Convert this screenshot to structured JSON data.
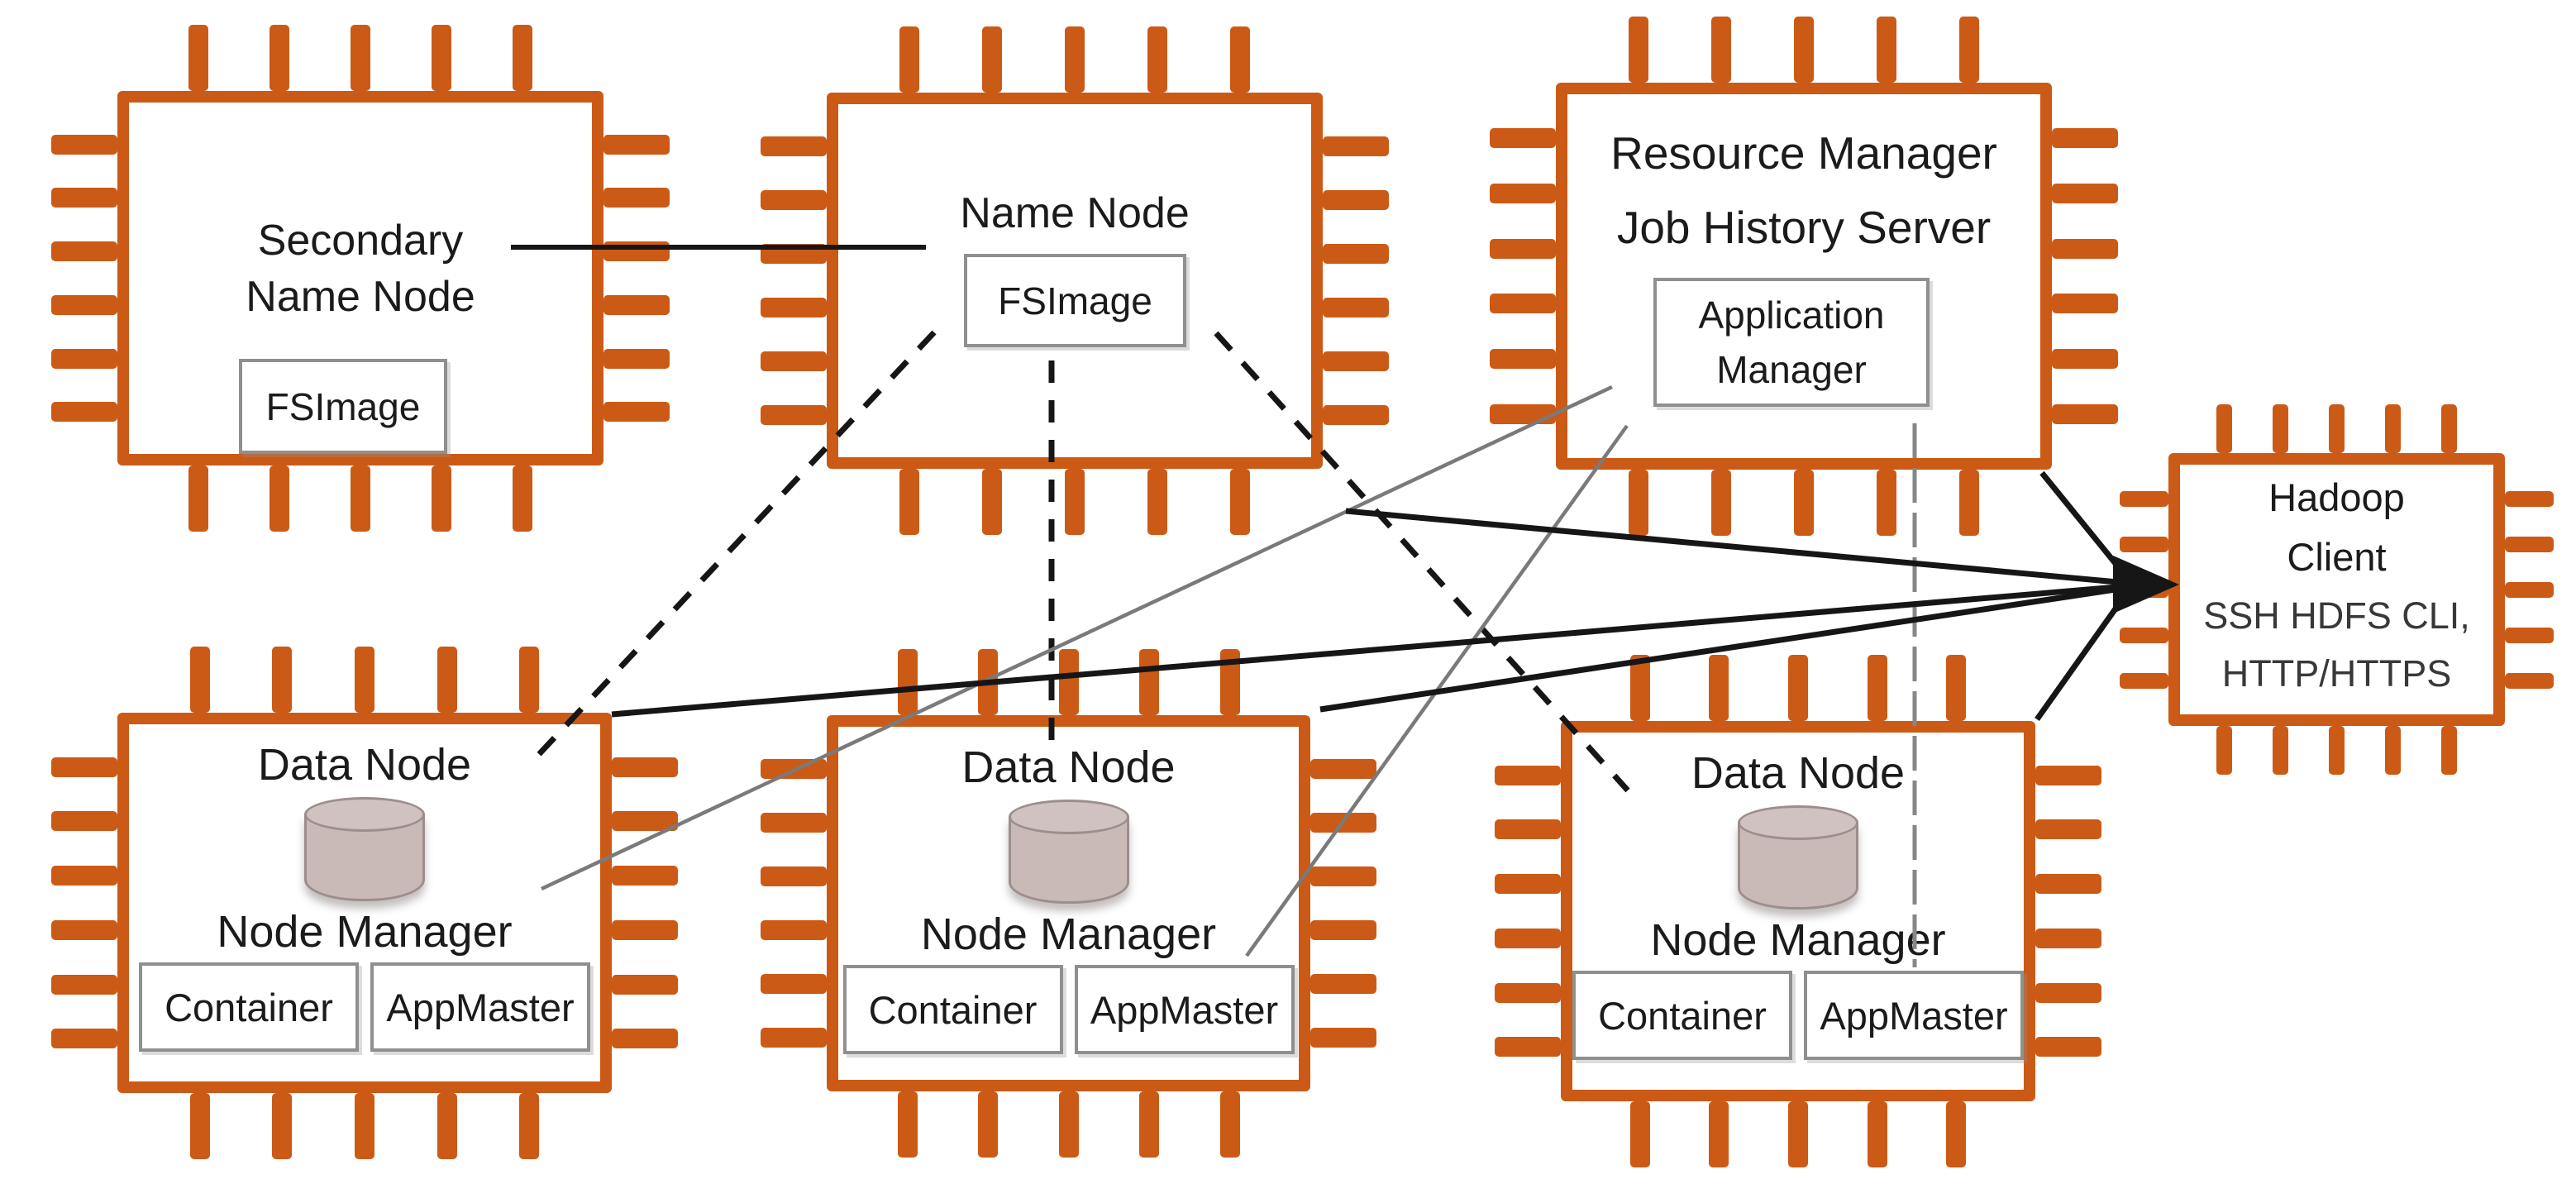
{
  "diagram": {
    "kind": "hadoop-cluster-architecture",
    "colors": {
      "chip_border": "#CB5A17",
      "connector_black": "#161616",
      "connector_gray": "#7A7A7A",
      "inner_box_border": "#8F8F8F",
      "cylinder_fill": "#C9BAB8",
      "cylinder_stroke": "#9D8E8C",
      "text": "#1B1B1B"
    },
    "nodes": {
      "secondary_name_node": {
        "title_lines": [
          "Secondary",
          "Name Node"
        ],
        "boxes": {
          "fsimage": "FSImage"
        }
      },
      "name_node": {
        "title": "Name Node",
        "boxes": {
          "fsimage": "FSImage"
        }
      },
      "resource_manager": {
        "title_lines": [
          "Resource Manager",
          "Job History Server"
        ],
        "boxes": {
          "application_manager_lines": [
            "Application",
            "Manager"
          ]
        }
      },
      "hadoop_client": {
        "title_lines": [
          "Hadoop",
          "Client"
        ],
        "subtitle_lines": [
          "SSH HDFS CLI,",
          "HTTP/HTTPS"
        ]
      },
      "data_node_1": {
        "title": "Data Node",
        "icon": "database-cylinder-icon",
        "manager_label": "Node Manager",
        "boxes": {
          "container": "Container",
          "appmaster": "AppMaster"
        }
      },
      "data_node_2": {
        "title": "Data Node",
        "icon": "database-cylinder-icon",
        "manager_label": "Node Manager",
        "boxes": {
          "container": "Container",
          "appmaster": "AppMaster"
        }
      },
      "data_node_3": {
        "title": "Data Node",
        "icon": "database-cylinder-icon",
        "manager_label": "Node Manager",
        "boxes": {
          "container": "Container",
          "appmaster": "AppMaster"
        }
      }
    },
    "connections": [
      {
        "id": "snn-nn",
        "from": "secondary_name_node",
        "to": "name_node",
        "style": "solid-black-thin"
      },
      {
        "id": "nn-dn1",
        "from": "name_node.fsimage",
        "to": "data_node_1",
        "style": "dashed-black"
      },
      {
        "id": "nn-dn2",
        "from": "name_node.fsimage",
        "to": "data_node_2",
        "style": "dashed-black"
      },
      {
        "id": "nn-dn3",
        "from": "name_node.fsimage",
        "to": "data_node_3",
        "style": "dashed-black"
      },
      {
        "id": "am-dn1",
        "from": "resource_manager.application_manager",
        "to": "data_node_1.node_manager",
        "style": "solid-gray"
      },
      {
        "id": "am-dn2",
        "from": "resource_manager.application_manager",
        "to": "data_node_2.node_manager",
        "style": "solid-gray"
      },
      {
        "id": "am-dn3",
        "from": "resource_manager.application_manager",
        "to": "data_node_3.node_manager",
        "style": "dashed-gray"
      },
      {
        "id": "nn-client",
        "from": "name_node",
        "to": "hadoop_client",
        "style": "solid-black"
      },
      {
        "id": "rm-client",
        "from": "resource_manager",
        "to": "hadoop_client",
        "style": "solid-black"
      },
      {
        "id": "dn1-client",
        "from": "data_node_1",
        "to": "hadoop_client",
        "style": "solid-black"
      },
      {
        "id": "dn2-client",
        "from": "data_node_2",
        "to": "hadoop_client",
        "style": "solid-black"
      },
      {
        "id": "dn3-client",
        "from": "data_node_3",
        "to": "hadoop_client",
        "style": "solid-black"
      }
    ],
    "arrow_target": "hadoop_client"
  }
}
